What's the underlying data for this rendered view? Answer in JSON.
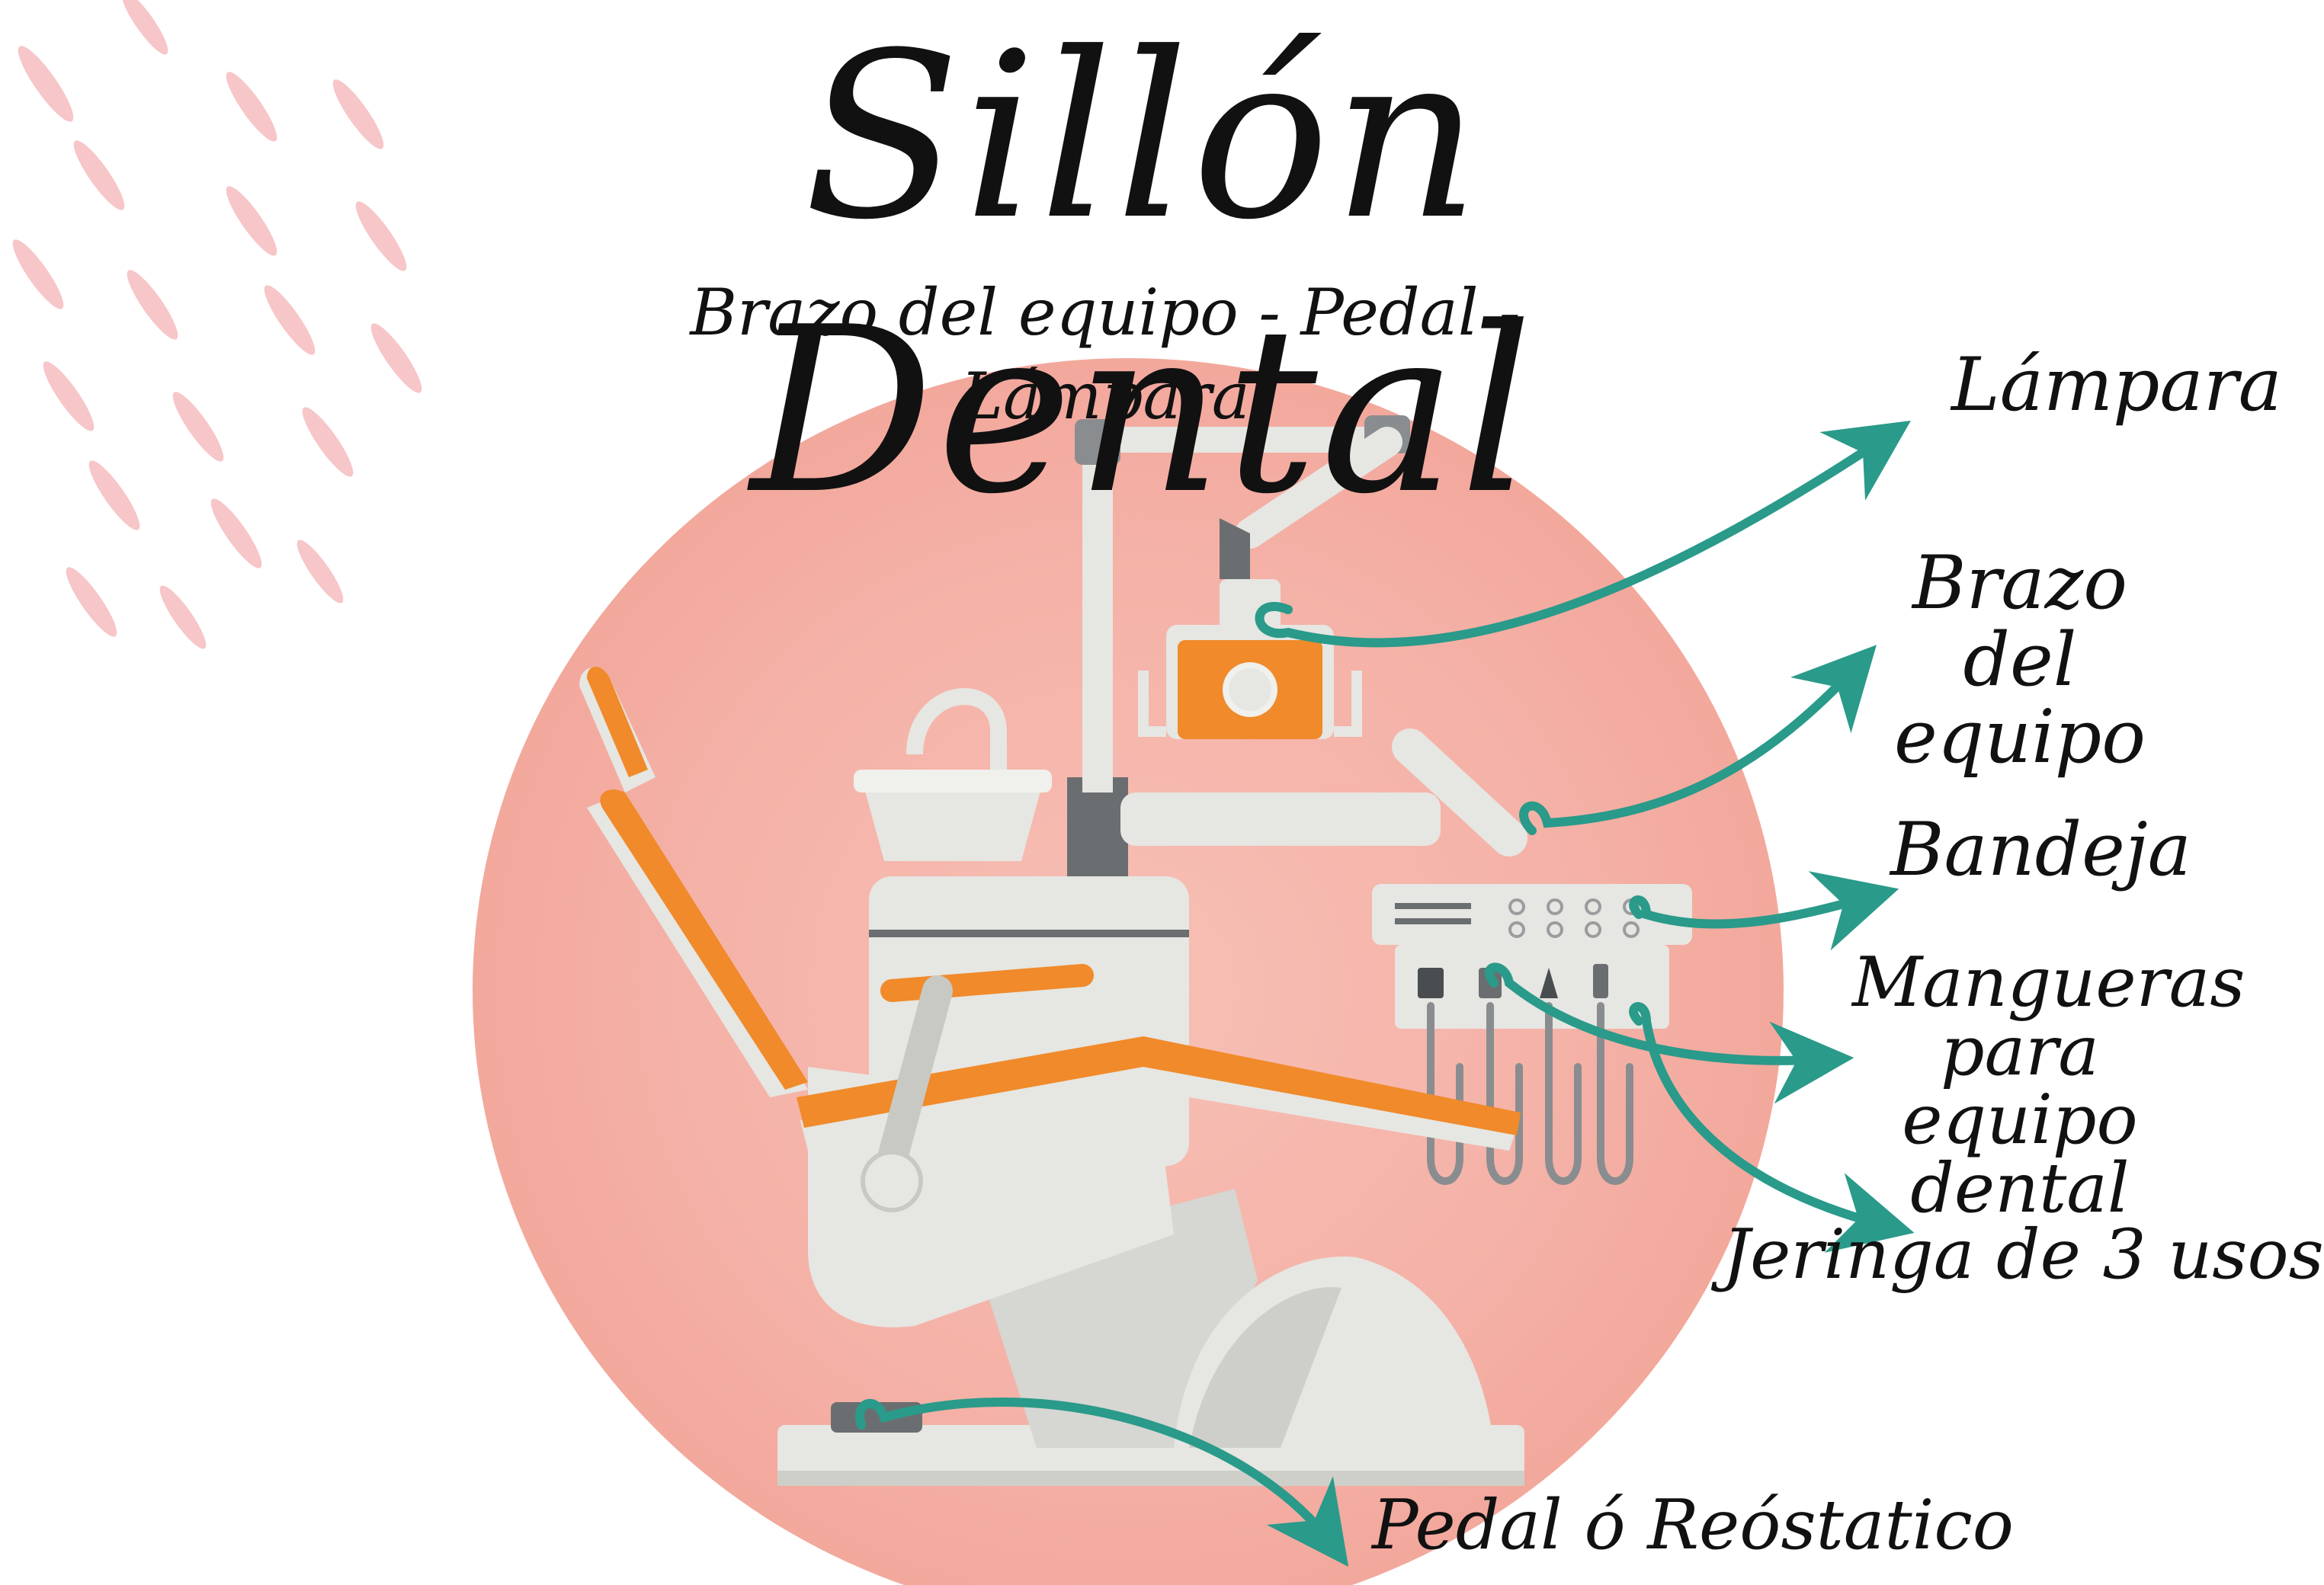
{
  "title": "Sillón Dental",
  "subtitle": "Brazo del equipo - Pedal - Lámpara",
  "labels": {
    "lampara": "Lámpara",
    "brazo": "Brazo del equipo",
    "bandeja": "Bandeja",
    "mangueras": "Mangueras para equipo dental",
    "jeringa": "Jeringa de 3 usos",
    "pedal": "Pedal ó Reóstatico"
  },
  "colors": {
    "arrow": "#2a9a8a",
    "watercolor": "#f4b3a8",
    "accent_orange": "#f08a2a",
    "metal_light": "#e6e6e2",
    "metal_dark": "#6b6e70",
    "brush_pink": "#f7c6c8"
  }
}
